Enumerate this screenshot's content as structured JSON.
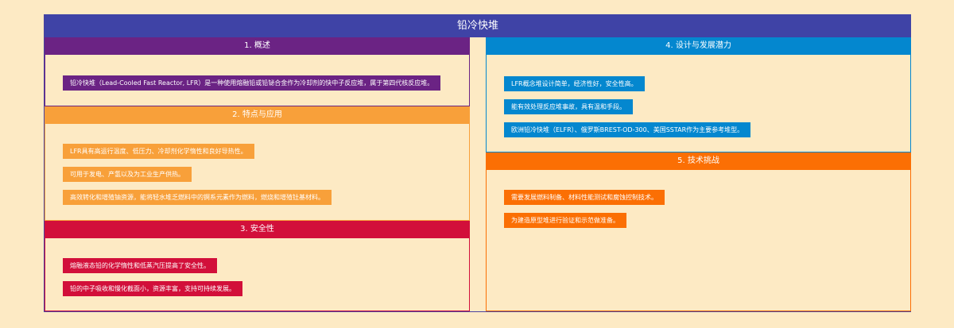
{
  "title": "铅冷快堆",
  "colors": {
    "background": "#fdeac4",
    "title_bar": "#3f43a6",
    "section_1": "#6b2384",
    "section_2": "#f8a03a",
    "section_3": "#d20f3a",
    "section_4": "#0487cf",
    "section_5": "#fb6f04"
  },
  "sections": [
    {
      "heading": "1. 概述",
      "items": [
        "铅冷快堆（Lead-Cooled Fast Reactor, LFR）是一种使用熔融铅或铅铋合金作为冷却剂的快中子反应堆，属于第四代核反应堆。"
      ]
    },
    {
      "heading": "2. 特点与应用",
      "items": [
        "LFR具有高运行温度、低压力、冷却剂化学惰性和良好导热性。",
        "可用于发电、产氢以及为工业生产供热。",
        "高效转化和增殖铀资源，能将轻水堆乏燃料中的锕系元素作为燃料，燃烧和增殖钍基材料。"
      ]
    },
    {
      "heading": "3. 安全性",
      "items": [
        "熔融液态铅的化学惰性和低蒸汽压提高了安全性。",
        "铅的中子吸收和慢化截面小，资源丰富，支持可持续发展。"
      ]
    },
    {
      "heading": "4. 设计与发展潜力",
      "items": [
        "LFR概念堆设计简单，经济性好，安全性高。",
        "能有效处理反应堆事故，具有温和手段。",
        "欧洲铅冷快堆（ELFR）、俄罗斯BREST-OD-300、美国SSTAR作为主要参考堆型。"
      ]
    },
    {
      "heading": "5. 技术挑战",
      "items": [
        "需要发展燃料制备、材料性能测试和腐蚀控制技术。",
        "为建造原型堆进行验证和示范做准备。"
      ]
    }
  ]
}
